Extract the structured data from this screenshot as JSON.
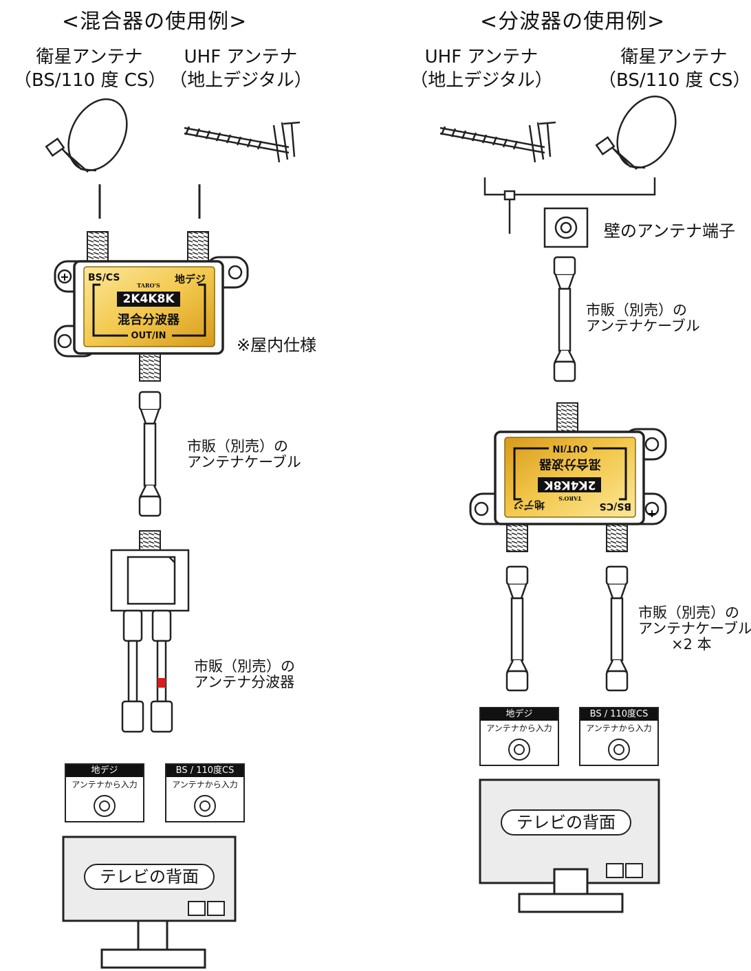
{
  "left": {
    "title": "<混合器の使用例>",
    "antenna_sat": {
      "line1": "衛星アンテナ",
      "line2": "（BS/110 度 CS）"
    },
    "antenna_uhf": {
      "line1": "UHF アンテナ",
      "line2": "（地上デジタル）"
    },
    "device": {
      "brand": "TARO'S",
      "label_top_left": "BS/CS",
      "label_top_right": "地デジ",
      "badge": "2K4K8K",
      "name": "混合分波器",
      "label_bottom": "OUT/IN"
    },
    "indoor_note": "※屋内仕様",
    "cable_note": {
      "line1": "市販（別売）の",
      "line2": "アンテナケーブル"
    },
    "splitter_note": {
      "line1": "市販（別売）の",
      "line2": "アンテナ分波器"
    },
    "port1": {
      "header": "地デジ",
      "sub": "アンテナから入力"
    },
    "port2": {
      "header": "BS / 110度CS",
      "sub": "アンテナから入力"
    },
    "tv_label": "テレビの背面"
  },
  "right": {
    "title": "<分波器の使用例>",
    "antenna_uhf": {
      "line1": "UHF アンテナ",
      "line2": "（地上デジタル）"
    },
    "antenna_sat": {
      "line1": "衛星アンテナ",
      "line2": "（BS/110 度 CS）"
    },
    "wall_terminal": "壁のアンテナ端子",
    "cable_note": {
      "line1": "市販（別売）の",
      "line2": "アンテナケーブル"
    },
    "device": {
      "brand": "TARO'S",
      "label_top_left": "BS/CS",
      "label_top_right": "地デジ",
      "badge": "2K4K8K",
      "name": "混合分波器",
      "label_bottom": "OUT/IN"
    },
    "cable_note2": {
      "line1": "市販（別売）の",
      "line2": "アンテナケーブル",
      "line3": "×2 本"
    },
    "port1": {
      "header": "地デジ",
      "sub": "アンテナから入力"
    },
    "port2": {
      "header": "BS / 110度CS",
      "sub": "アンテナから入力"
    },
    "tv_label": "テレビの背面"
  },
  "colors": {
    "gold": "#e9b22a",
    "gold_light": "#f8dd7c",
    "accent_red": "#d21f1f"
  }
}
